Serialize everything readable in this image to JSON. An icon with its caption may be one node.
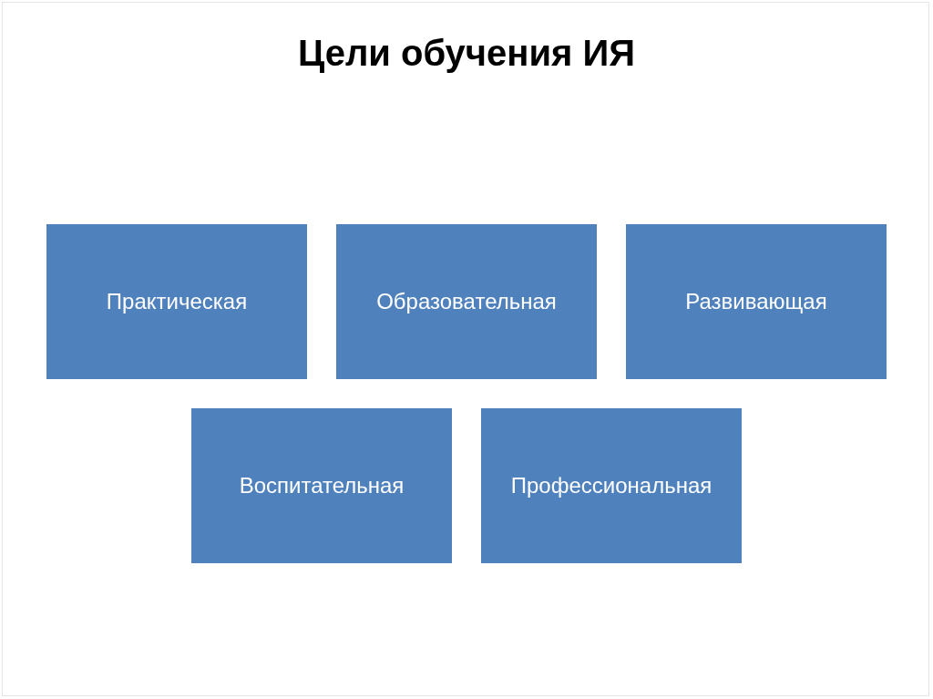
{
  "diagram": {
    "title": "Цели обучения ИЯ",
    "nodes": [
      {
        "text": [
          "Практическая"
        ]
      },
      {
        "text": [
          "Образовательная"
        ]
      },
      {
        "text": [
          "Развивающая"
        ]
      },
      {
        "text": [
          "Воспитательная"
        ]
      },
      {
        "text": [
          "Профессиональная"
        ]
      }
    ]
  }
}
